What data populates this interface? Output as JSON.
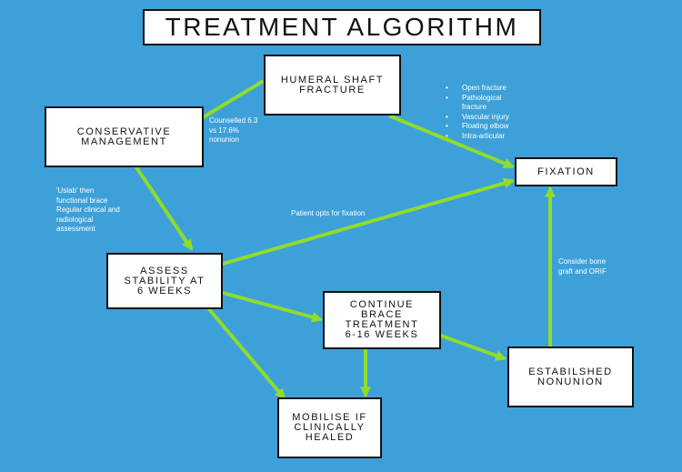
{
  "title": "TREATMENT ALGORITHM",
  "colors": {
    "background": "#3da0d9",
    "arrow": "#8fdc2a",
    "box": "#ffffff",
    "border": "#111111"
  },
  "nodes": {
    "humeral_shaft": [
      "HUMERAL SHAFT",
      "FRACTURE"
    ],
    "conservative": [
      "CONSERVATIVE",
      "MANAGEMENT"
    ],
    "fixation": [
      "FIXATION"
    ],
    "assess": [
      "ASSESS",
      "STABILITY AT",
      "6 WEEKS"
    ],
    "continue_brace": [
      "CONTINUE",
      "BRACE",
      "TREATMENT",
      "6-16 WEEKS"
    ],
    "nonunion": [
      "ESTABILSHED",
      "NONUNION"
    ],
    "mobilise": [
      "MOBILISE IF",
      "CLINICALLY",
      "HEALED"
    ]
  },
  "annotations": {
    "counselled": [
      "Counselled 6.3",
      "vs 17.6%",
      "nonunion"
    ],
    "fixation_indications": [
      "Open fracture",
      "Pathological fracture",
      "Vascular injury",
      "Floating elbow",
      "Intra-articular"
    ],
    "brace_notes": [
      "'Uslab' then",
      "functional brace",
      "Regular clinical and",
      "radiological",
      "assessment"
    ],
    "patient_opts": "Patient opts for fixation",
    "bone_graft": [
      "Consider bone",
      "graft and ORIF"
    ]
  }
}
